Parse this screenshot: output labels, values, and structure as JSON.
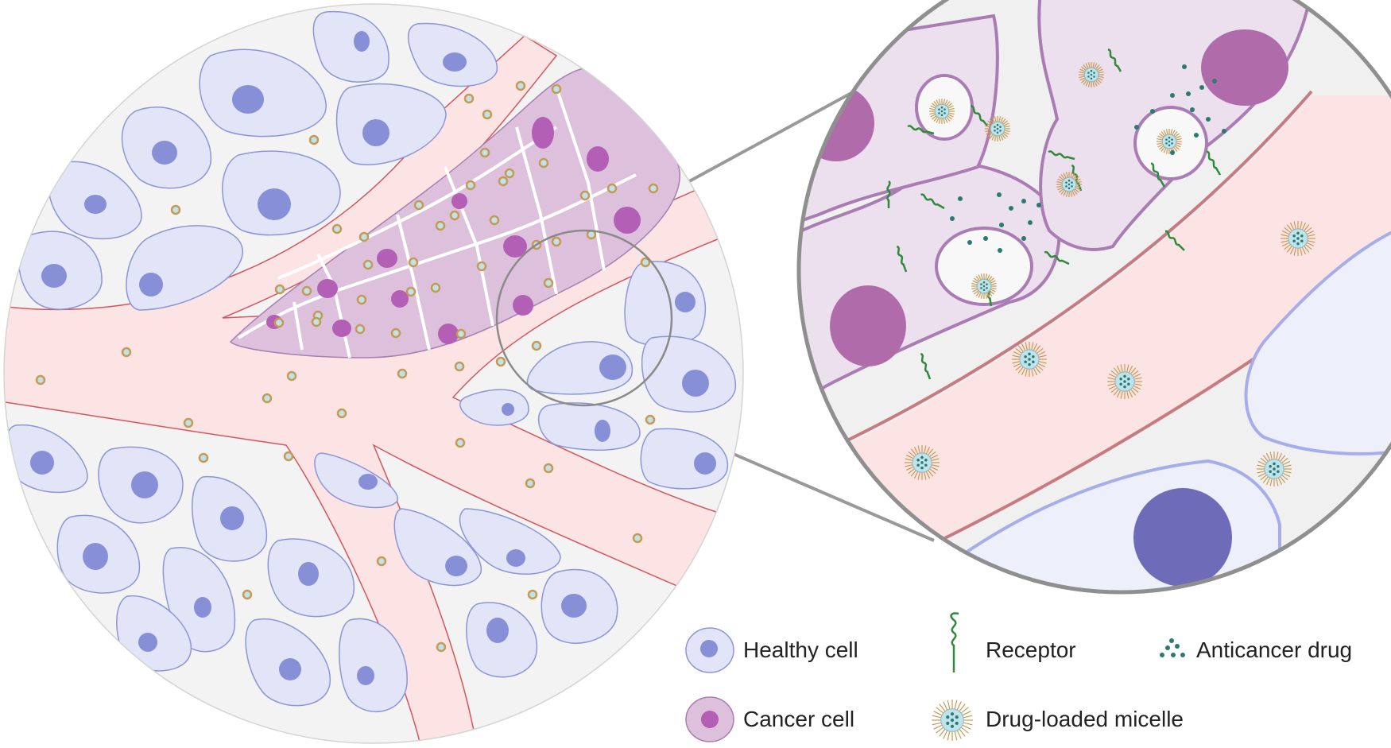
{
  "colors": {
    "background": "#f3f3f3",
    "healthy_fill": "#e2e5f7",
    "healthy_stroke": "#8c95d8",
    "healthy_nucleus": "#8790d6",
    "cancer_fill": "#dcc0dc",
    "cancer_stroke": "#a77fb0",
    "cancer_nucleus": "#b35fb5",
    "vessel_fill": "#fde4e4",
    "vessel_stroke": "#d6555d",
    "receptor": "#2f8a3a",
    "drug": "#2a7a72",
    "micelle_core": "#bfe3ea",
    "micelle_ring": "#c79a54"
  },
  "legend": {
    "healthy": "Healthy cell",
    "cancer": "Cancer cell",
    "receptor": "Receptor",
    "micelle": "Drug-loaded micelle",
    "drug": "Anticancer drug"
  },
  "icons": [
    "healthy-cell-icon",
    "cancer-cell-icon",
    "receptor-icon",
    "micelle-icon",
    "anticancer-drug-icon"
  ]
}
